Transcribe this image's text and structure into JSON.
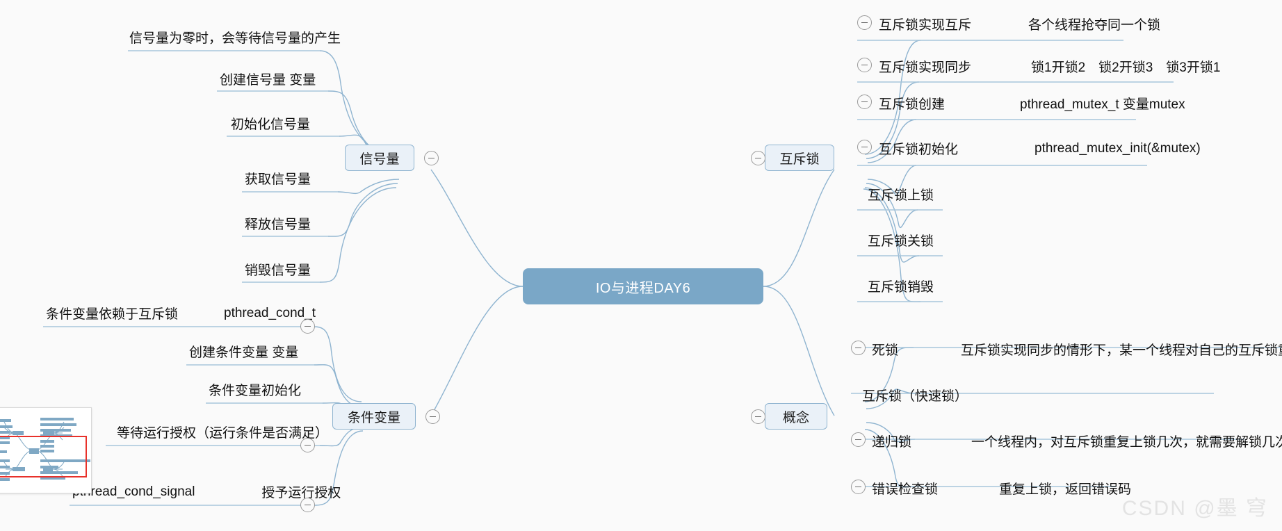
{
  "app": {
    "background_color": "#fafafa",
    "link_color": "#8fb4d0",
    "root_fill": "#7aa7c7",
    "branch_fill": "#eaf1f8",
    "viewport_marker_color": "#e8312a"
  },
  "root": {
    "label": "IO与进程DAY6"
  },
  "branches": [
    {
      "id": "semaphore",
      "label": "信号量",
      "side": "left",
      "toggle": "collapse-minus",
      "children": [
        {
          "label": "信号量为零时，会等待信号量的产生",
          "detail": ""
        },
        {
          "label": "创建信号量 变量",
          "detail": ""
        },
        {
          "label": "初始化信号量",
          "detail": ""
        },
        {
          "label": "获取信号量",
          "detail": ""
        },
        {
          "label": "释放信号量",
          "detail": ""
        },
        {
          "label": "销毁信号量",
          "detail": ""
        }
      ]
    },
    {
      "id": "condvar",
      "label": "条件变量",
      "side": "left",
      "toggle": "collapse-minus",
      "children": [
        {
          "label": "条件变量依赖于互斥锁",
          "detail": "pthread_cond_t",
          "toggle": true
        },
        {
          "label": "创建条件变量 变量",
          "detail": ""
        },
        {
          "label": "条件变量初始化",
          "detail": ""
        },
        {
          "label": "等待运行授权（运行条件是否满足）",
          "detail": "",
          "toggle": true
        },
        {
          "label": "pthread_cond_signal",
          "detail": "授予运行授权",
          "toggle": true
        }
      ]
    },
    {
      "id": "mutex",
      "label": "互斥锁",
      "side": "right",
      "toggle": "collapse-minus",
      "children": [
        {
          "label": "互斥锁实现互斥",
          "detail": "各个线程抢夺同一个锁",
          "toggle": true
        },
        {
          "label": "互斥锁实现同步",
          "detail": "锁1开锁2　锁2开锁3　锁3开锁1",
          "toggle": true
        },
        {
          "label": "互斥锁创建",
          "detail": "pthread_mutex_t 变量mutex",
          "toggle": true
        },
        {
          "label": "互斥锁初始化",
          "detail": "pthread_mutex_init(&mutex)",
          "toggle": true
        },
        {
          "label": "互斥锁上锁",
          "detail": ""
        },
        {
          "label": "互斥锁关锁",
          "detail": ""
        },
        {
          "label": "互斥锁销毁",
          "detail": ""
        }
      ]
    },
    {
      "id": "concepts",
      "label": "概念",
      "side": "right",
      "toggle": "collapse-minus",
      "children": [
        {
          "label": "死锁",
          "detail": "互斥锁实现同步的情形下，某一个线程对自己的互斥锁重复上锁，导致进程",
          "toggle": true
        },
        {
          "label": "互斥锁（快速锁）",
          "detail": ""
        },
        {
          "label": "递归锁",
          "detail": "一个线程内，对互斥锁重复上锁几次，就需要解锁几次",
          "toggle": true
        },
        {
          "label": "错误检查锁",
          "detail": "重复上锁，返回错误码",
          "toggle": true
        }
      ]
    }
  ],
  "minimap": {
    "name": "minimap-overview"
  },
  "watermark": {
    "text": "CSDN @墨 穹"
  }
}
